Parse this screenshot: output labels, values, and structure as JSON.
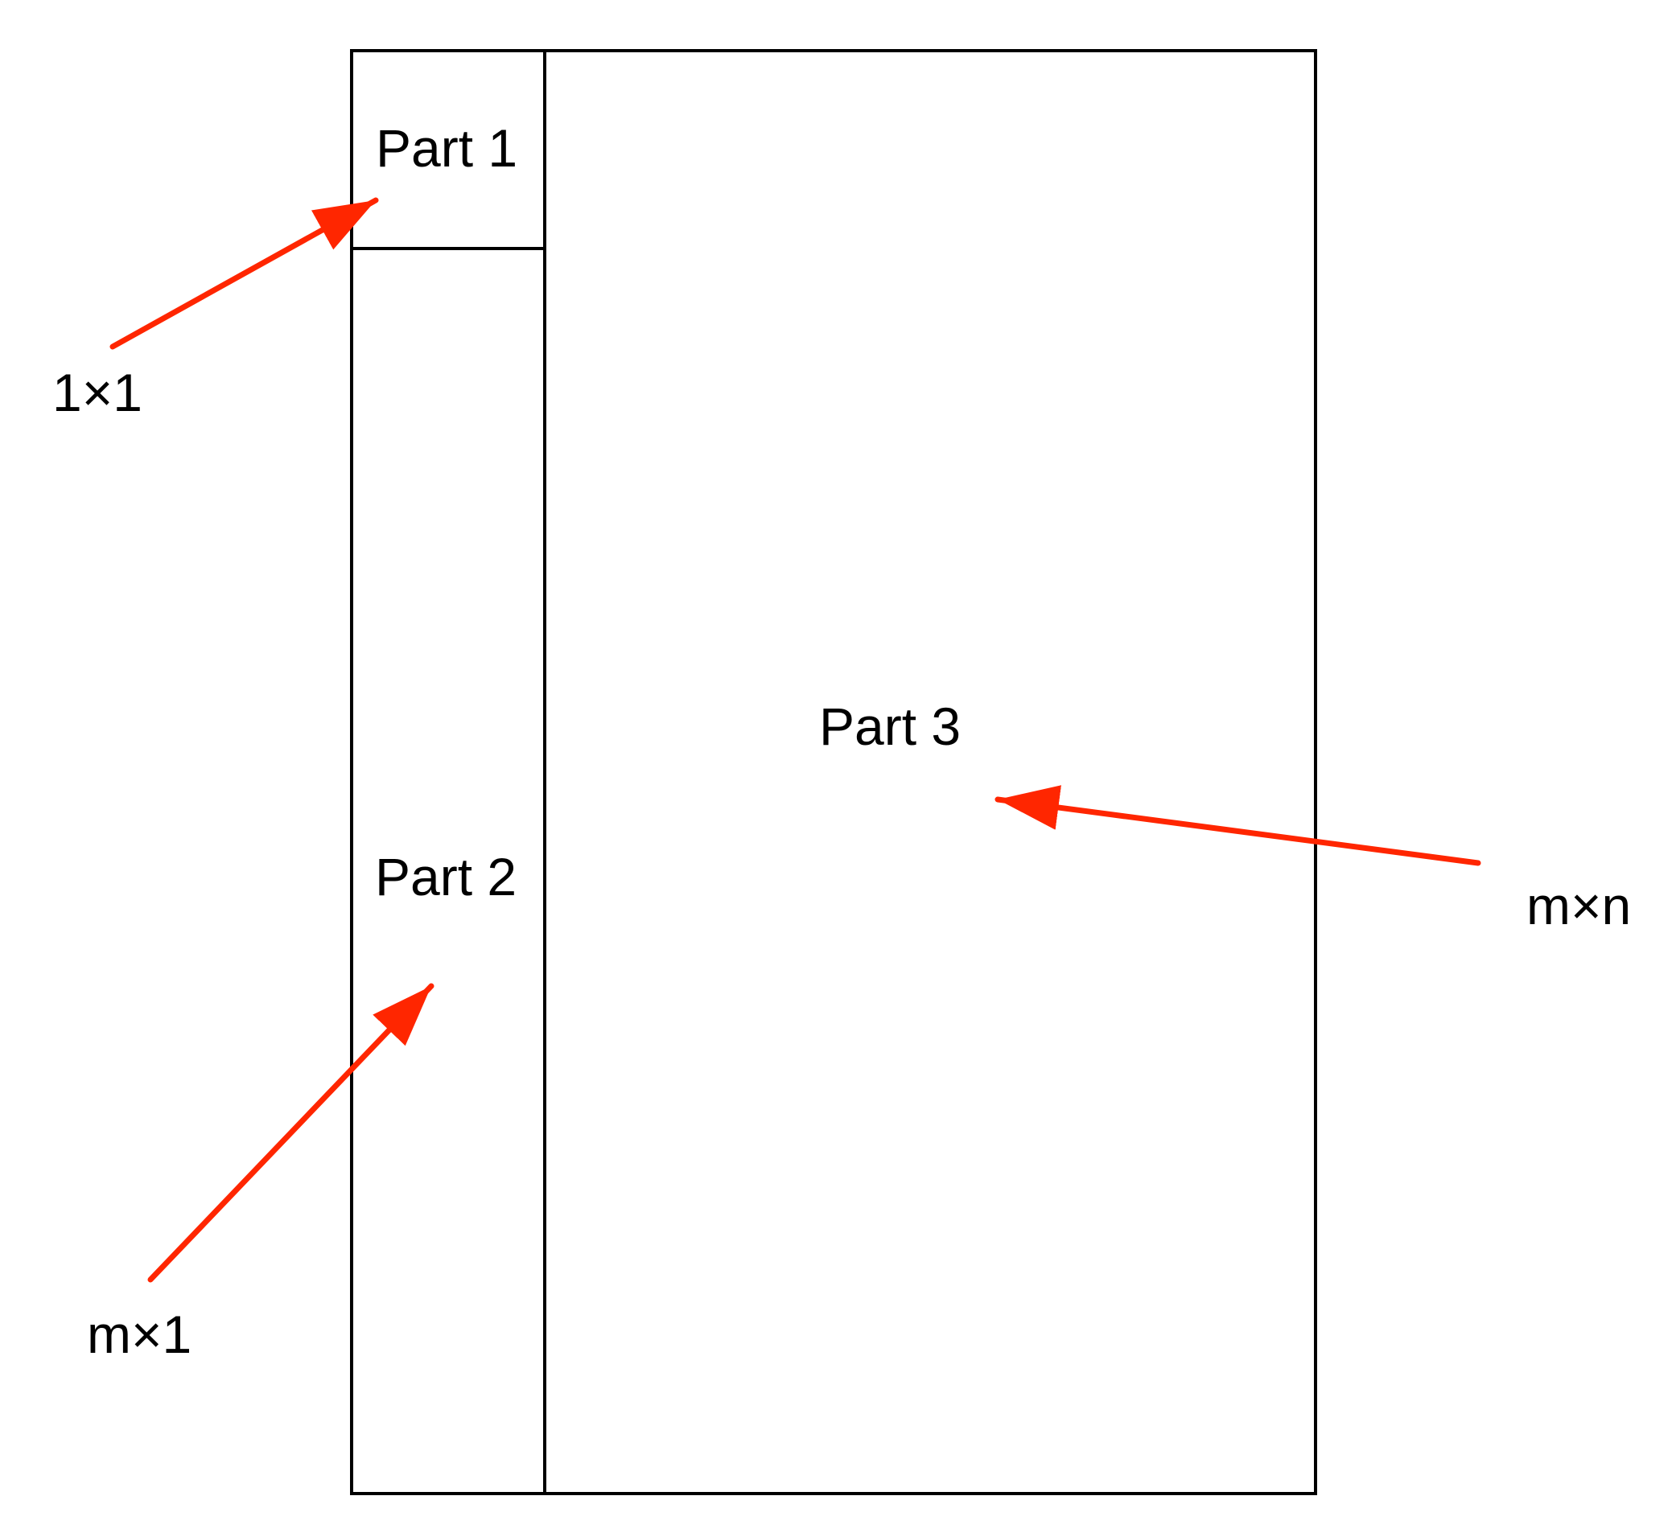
{
  "colors": {
    "outline": "#000000",
    "arrow": "#ff2600"
  },
  "parts": {
    "part1": "Part 1",
    "part2": "Part 2",
    "part3": "Part 3"
  },
  "dimensions": {
    "part1": "1×1",
    "part2": "m×1",
    "part3": "m×n"
  }
}
